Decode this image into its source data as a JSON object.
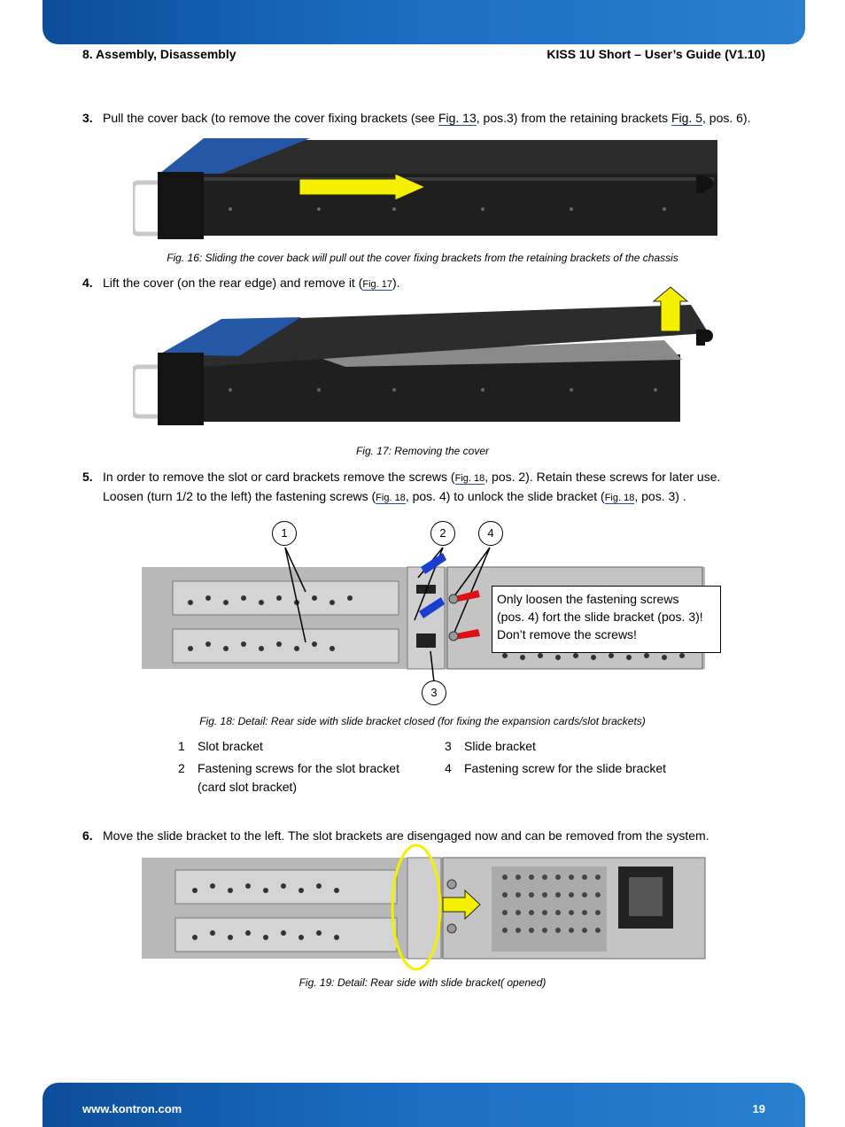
{
  "header": {
    "section": "8. Assembly, Disassembly",
    "doc_title": "KISS 1U Short – User’s Guide (V1.10)"
  },
  "footer": {
    "url": "www.kontron.com",
    "page": "19"
  },
  "step3": {
    "num": "3.",
    "text_a": "Pull the cover back (to remove the cover fixing brackets (see ",
    "link1": "Fig. 13",
    "text_b": ", pos.3) from the retaining brackets",
    "link2": "Fig. 5",
    "text_c": ", pos. 6)."
  },
  "fig16_caption": "Fig. 16: Sliding the cover back will pull out the cover fixing brackets from the retaining brackets of the chassis",
  "step4": {
    "num": "4.",
    "text_a": "Lift the cover (on the rear edge) and remove it (",
    "link": "Fig. 17",
    "text_b": ")."
  },
  "fig17_caption": "Fig. 17: Removing the cover",
  "step5": {
    "num": "5.",
    "line1_a": "In order to remove the slot or card brackets remove the screws (",
    "line1_link": "Fig. 18",
    "line1_b": ", pos. 2). Retain these screws for later use.",
    "line2_a": "Loosen (turn 1/2 to the left) the fastening screws (",
    "line2_link1": "Fig. 18",
    "line2_b": ", pos. 4) to unlock the slide bracket (",
    "line2_link2": "Fig. 18",
    "line2_c": ", pos. 3) ."
  },
  "fig18": {
    "labels": [
      "1",
      "2",
      "4",
      "3"
    ],
    "callout_lines": [
      "Only loosen the fastening screws",
      "(pos. 4) fort the slide bracket (pos. 3)!",
      "Don’t remove the screws!"
    ],
    "caption": "Fig. 18: Detail: Rear side with slide bracket closed (for fixing the expansion cards/slot brackets)"
  },
  "legend": [
    {
      "num": "1",
      "text": "Slot bracket"
    },
    {
      "num": "2",
      "text": "Fastening screws for the slot bracket",
      "text2": "(card slot bracket)"
    },
    {
      "num": "3",
      "text": "Slide bracket"
    },
    {
      "num": "4",
      "text": "Fastening screw for the slide bracket"
    }
  ],
  "step6": {
    "num": "6.",
    "text": "Move the slide bracket to the left. The slot brackets are disengaged now and can be removed from the system."
  },
  "fig19_caption": "Fig. 19: Detail: Rear side with slide bracket( opened)",
  "colors": {
    "banner": "#1a6cc0",
    "arrow_yellow": "#f5f000",
    "screw_blue": "#1a3fd0",
    "screw_red": "#e01010"
  }
}
